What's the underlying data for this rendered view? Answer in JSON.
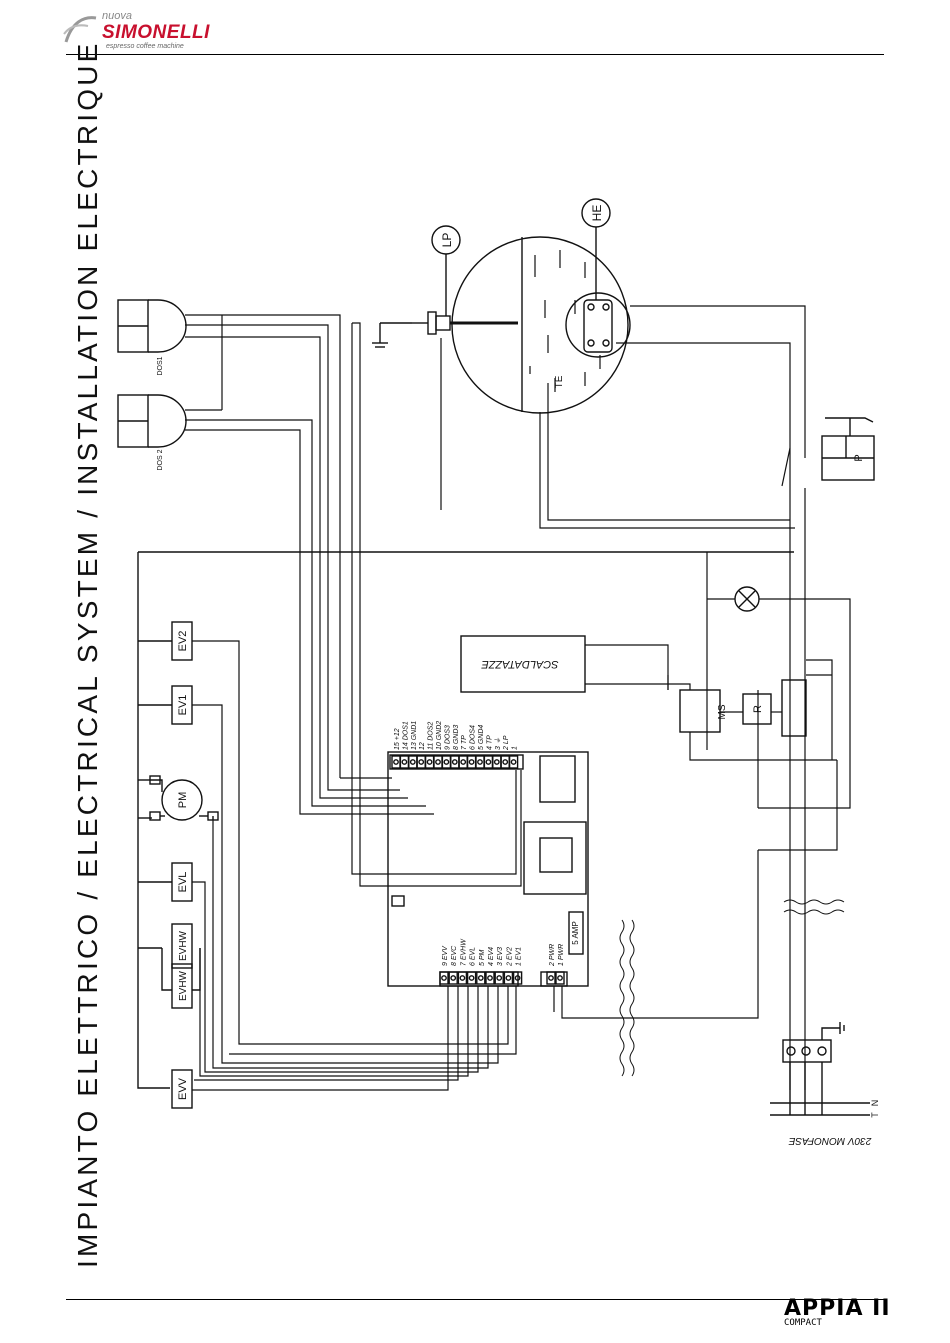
{
  "brand": {
    "nuova": "nuova",
    "name": "SIMONELLI",
    "tagline": "espresso coffee machine"
  },
  "title": "IMPIANTO ELETTRICO / ELECTRICAL SYSTEM / INSTALLATION ELECTRIQUE",
  "footer": {
    "model": "APPIA II",
    "sub": "COMPACT"
  },
  "components": {
    "lp": "LP",
    "he": "HE",
    "te": "TE",
    "p": "P",
    "r": "R",
    "ms": "MS",
    "pm": "PM",
    "ev2": "EV2",
    "ev1": "EV1",
    "evl": "EVL",
    "evhw_a": "EVHW",
    "evhw_b": "EVHW",
    "evv": "EVV",
    "dos1": "DOS1",
    "dos2": "DOS 2",
    "scaldatazze": "SCALDATAZZE",
    "amp": "5 AMP",
    "supply": "230V MONOFASE",
    "neutral": "N",
    "line": "T"
  },
  "top_terminals": [
    "15 +12",
    "14 DOS1",
    "13 GND1",
    "12",
    "11 DOS2",
    "10 GND2",
    "9 DOS3",
    "8 GND3",
    "7 TP",
    "6 DOS4",
    "5 GND4",
    "4 TP",
    "3 ⏚",
    "2 LP",
    "1"
  ],
  "bottom_terminals": [
    "9 EVV",
    "8 EVC",
    "7 EVHW",
    "6 EVL",
    "5 PM",
    "4 EV4",
    "3 EV3",
    "2 EV2",
    "1 EV1"
  ],
  "power_terminals": [
    "2 PWR",
    "1 PWR"
  ]
}
